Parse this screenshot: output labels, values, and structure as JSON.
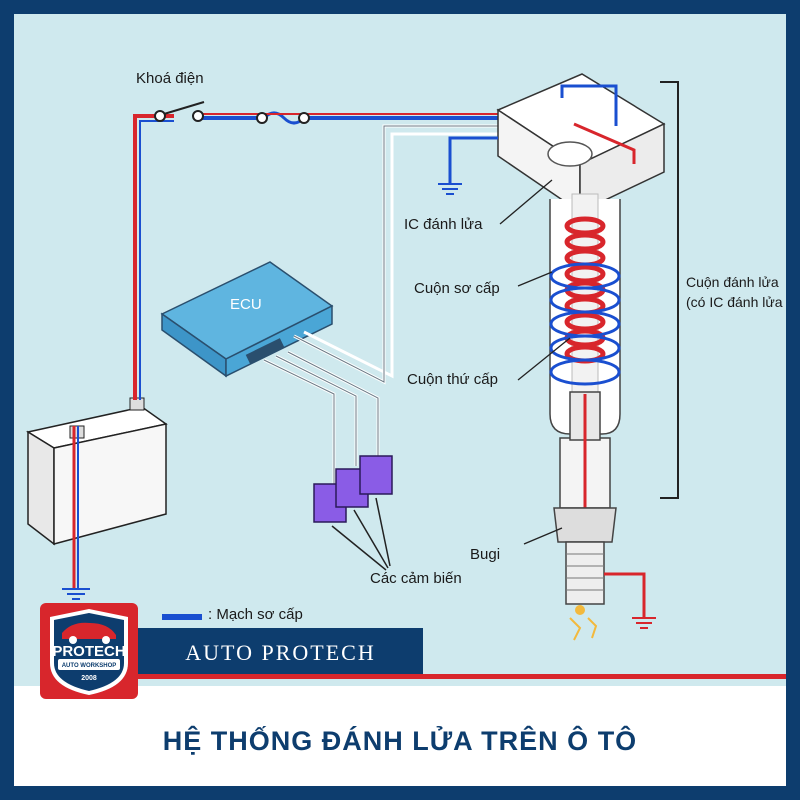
{
  "diagram": {
    "labels": {
      "ignition_switch": "Khoá điện",
      "ecu": "ECU",
      "igniter": "IC đánh lửa",
      "primary_coil": "Cuộn sơ cấp",
      "secondary_coil": "Cuộn thứ cấp",
      "coil_assembly_line1": "Cuộn đánh lửa",
      "coil_assembly_line2": "(có IC đánh lửa",
      "spark_plug": "Bugi",
      "sensors": "Các cảm biến",
      "legend_primary": ": Mạch sơ cấp"
    },
    "colors": {
      "background": "#cfe9ee",
      "primary_circuit": "#1a4fd0",
      "secondary_circuit": "#d8262c",
      "signal_wire": "#ffffff",
      "ecu_box": "#5fb5e0",
      "sensor": "#8a5ce6"
    }
  },
  "brand": {
    "name": "AUTO PROTECH",
    "logo_name": "PROTECH",
    "logo_sub": "AUTO WORKSHOP",
    "logo_year": "2008",
    "colors": {
      "navy": "#0d3d6e",
      "red": "#d8262c"
    }
  },
  "footer": {
    "title": "HỆ THỐNG ĐÁNH LỬA TRÊN Ô TÔ"
  }
}
